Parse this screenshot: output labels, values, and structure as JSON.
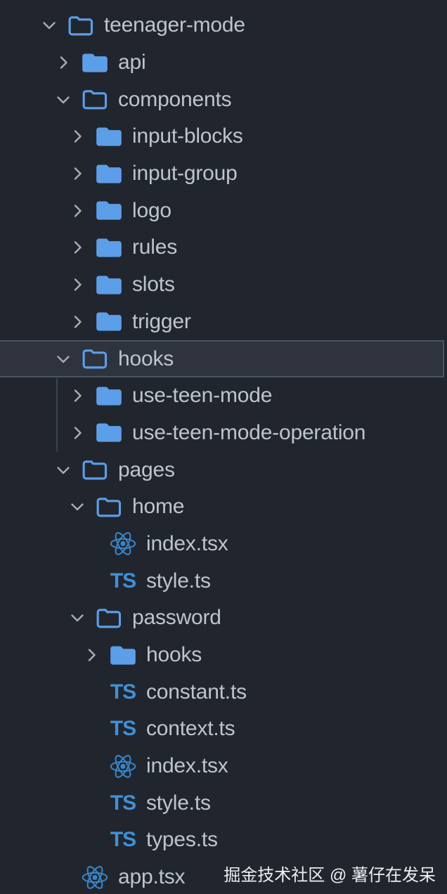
{
  "window": {
    "title": "file-explorer"
  },
  "colors": {
    "background": "#21262e",
    "label": "#bec4ce",
    "chevron": "#a6adb8",
    "folder": "#5d9ee9",
    "react": "#3a85c8",
    "typescript": "#4190d7",
    "selected_background": "#2e333d",
    "selected_border": "#4b5262",
    "indent_guide": "#3b4150",
    "watermark": "#edeef0"
  },
  "tree": {
    "items": [
      {
        "label": "teenager-mode",
        "level": 1,
        "kind": "folder",
        "icon": "folder-open",
        "chevron": "down",
        "selected": false
      },
      {
        "label": "api",
        "level": 2,
        "kind": "folder",
        "icon": "folder",
        "chevron": "right",
        "selected": false
      },
      {
        "label": "components",
        "level": 2,
        "kind": "folder",
        "icon": "folder-open",
        "chevron": "down",
        "selected": false
      },
      {
        "label": "input-blocks",
        "level": 3,
        "kind": "folder",
        "icon": "folder",
        "chevron": "right",
        "selected": false
      },
      {
        "label": "input-group",
        "level": 3,
        "kind": "folder",
        "icon": "folder",
        "chevron": "right",
        "selected": false
      },
      {
        "label": "logo",
        "level": 3,
        "kind": "folder",
        "icon": "folder",
        "chevron": "right",
        "selected": false
      },
      {
        "label": "rules",
        "level": 3,
        "kind": "folder",
        "icon": "folder",
        "chevron": "right",
        "selected": false
      },
      {
        "label": "slots",
        "level": 3,
        "kind": "folder",
        "icon": "folder",
        "chevron": "right",
        "selected": false
      },
      {
        "label": "trigger",
        "level": 3,
        "kind": "folder",
        "icon": "folder",
        "chevron": "right",
        "selected": false
      },
      {
        "label": "hooks",
        "level": 2,
        "kind": "folder",
        "icon": "folder-open",
        "chevron": "down",
        "selected": true
      },
      {
        "label": "use-teen-mode",
        "level": 3,
        "kind": "folder",
        "icon": "folder",
        "chevron": "right",
        "selected": false
      },
      {
        "label": "use-teen-mode-operation",
        "level": 3,
        "kind": "folder",
        "icon": "folder",
        "chevron": "right",
        "selected": false
      },
      {
        "label": "pages",
        "level": 2,
        "kind": "folder",
        "icon": "folder-open",
        "chevron": "down",
        "selected": false
      },
      {
        "label": "home",
        "level": 3,
        "kind": "folder",
        "icon": "folder-open",
        "chevron": "down",
        "selected": false
      },
      {
        "label": "index.tsx",
        "level": 4,
        "kind": "file",
        "icon": "react",
        "chevron": "none",
        "selected": false
      },
      {
        "label": "style.ts",
        "level": 4,
        "kind": "file",
        "icon": "ts",
        "chevron": "none",
        "selected": false
      },
      {
        "label": "password",
        "level": 3,
        "kind": "folder",
        "icon": "folder-open",
        "chevron": "down",
        "selected": false
      },
      {
        "label": "hooks",
        "level": 4,
        "kind": "folder",
        "icon": "folder",
        "chevron": "right",
        "selected": false
      },
      {
        "label": "constant.ts",
        "level": 4,
        "kind": "file",
        "icon": "ts",
        "chevron": "none",
        "selected": false
      },
      {
        "label": "context.ts",
        "level": 4,
        "kind": "file",
        "icon": "ts",
        "chevron": "none",
        "selected": false
      },
      {
        "label": "index.tsx",
        "level": 4,
        "kind": "file",
        "icon": "react",
        "chevron": "none",
        "selected": false
      },
      {
        "label": "style.ts",
        "level": 4,
        "kind": "file",
        "icon": "ts",
        "chevron": "none",
        "selected": false
      },
      {
        "label": "types.ts",
        "level": 4,
        "kind": "file",
        "icon": "ts",
        "chevron": "none",
        "selected": false
      },
      {
        "label": "app.tsx",
        "level": 2,
        "kind": "file",
        "icon": "react",
        "chevron": "none",
        "selected": false
      }
    ]
  },
  "ts_badge_text": "TS",
  "watermark": {
    "text": "掘金技术社区 @ 薯仔在发呆"
  }
}
